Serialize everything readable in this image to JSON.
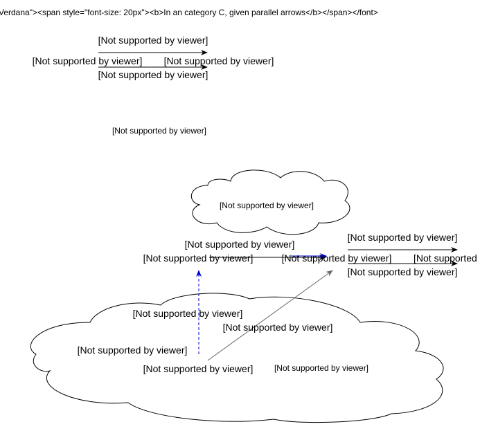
{
  "title_source": "Verdana\"><span style=\"font-size: 20px\"><b>In an category C, given parallel arrows</b></span></font>",
  "colors": {
    "stroke": "#000000",
    "blue_arrow": "#0000cc",
    "gray_arrow": "#666666",
    "background": "#ffffff"
  },
  "placeholder": "[Not supported by viewer]",
  "top_group": {
    "upper_arrow_label": "[Not supported by viewer]",
    "lower_arrow_label": "[Not supported by viewer]",
    "source_label": "[Not supported by viewer]",
    "target_label": "[Not supported by viewer]"
  },
  "floating_label": "[Not supported by viewer]",
  "small_cloud_label": "[Not supported by viewer]",
  "middle_group": {
    "upper_arrow_label": "[Not supported by viewer]",
    "source_label": "[Not supported by viewer]",
    "target_label": "[Not supported by viewer]"
  },
  "right_group": {
    "upper_arrow_label": "[Not supported by viewer]",
    "lower_arrow_label": "[Not supported by viewer]",
    "target_label": "[Not supported by viewer]"
  },
  "big_cloud": {
    "label_1": "[Not supported by viewer]",
    "label_2": "[Not supported by viewer]",
    "label_3": "[Not supported by viewer]",
    "label_4": "[Not supported by viewer]",
    "label_5": "[Not supported by viewer]"
  }
}
